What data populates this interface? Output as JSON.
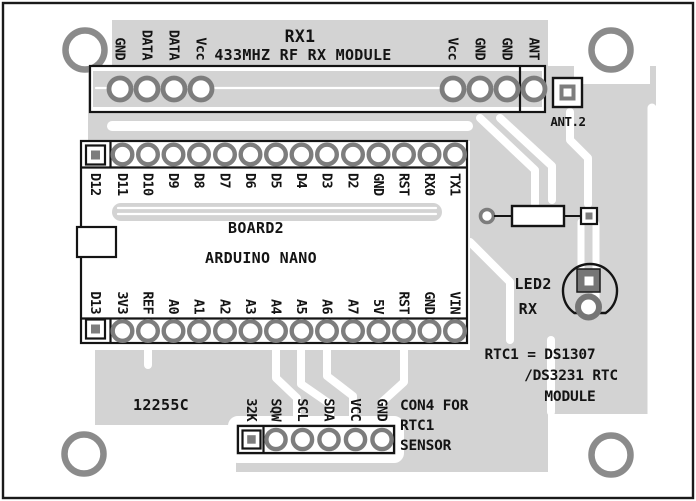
{
  "board": {
    "code": "12255C",
    "colors": {
      "pour": "#d3d3d3",
      "pad_ring": "#7d7d7d",
      "hole_ring": "#8b8b8b",
      "silkscreen": "#141414",
      "background": "#ffffff"
    }
  },
  "rx_module": {
    "ref": "RX1",
    "name": "433MHZ RF RX MODULE",
    "left_pins": [
      "GND",
      "DATA",
      "DATA",
      "Vcc"
    ],
    "right_pins": [
      "Vcc",
      "GND",
      "GND",
      "ANT"
    ]
  },
  "antenna_pad": {
    "label": "ANT.2"
  },
  "arduino": {
    "ref": "BOARD2",
    "name": "ARDUINO NANO",
    "top_pins": [
      "D12",
      "D11",
      "D10",
      "D9",
      "D8",
      "D7",
      "D6",
      "D5",
      "D4",
      "D3",
      "D2",
      "GND",
      "RST",
      "RX0",
      "TX1"
    ],
    "bottom_pins": [
      "D13",
      "3V3",
      "REF",
      "A0",
      "A1",
      "A2",
      "A3",
      "A4",
      "A5",
      "A6",
      "A7",
      "5V",
      "RST",
      "GND",
      "VIN"
    ]
  },
  "led": {
    "ref": "LED2",
    "signal": "RX"
  },
  "rtc_note": {
    "line1": "RTC1 = DS1307",
    "line2": "/DS3231 RTC",
    "line3": "MODULE"
  },
  "con4": {
    "pins": [
      "32K",
      "SQW",
      "SCL",
      "SDA",
      "VCC",
      "GND"
    ],
    "label_line1": "CON4 FOR",
    "label_line2": "RTC1",
    "label_line3": "SENSOR"
  }
}
